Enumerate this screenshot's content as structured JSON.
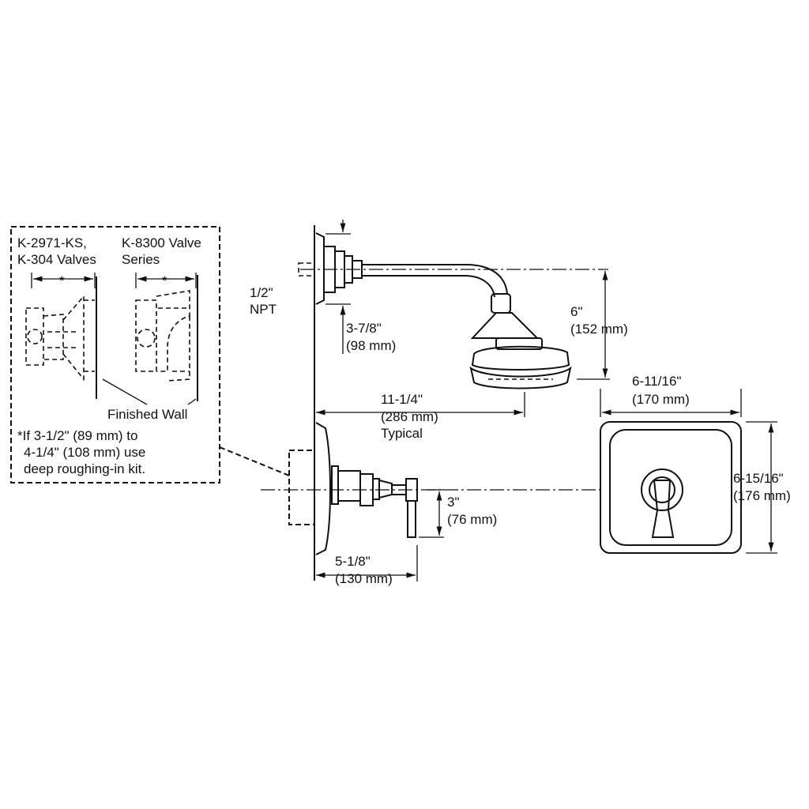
{
  "callout": {
    "valve_a_line1": "K-2971-KS,",
    "valve_a_line2": "K-304 Valves",
    "valve_b_line1": "K-8300 Valve",
    "valve_b_line2": "Series",
    "asterisk_a": "*",
    "asterisk_b": "*",
    "finished_wall": "Finished Wall",
    "note_line1": "*If 3-1/2\" (89 mm) to",
    "note_line2": "4-1/4\" (108 mm) use",
    "note_line3": "deep roughing-in kit."
  },
  "dimensions": {
    "npt_line1": "1/2\"",
    "npt_line2": "NPT",
    "flange_in": "3-7/8\"",
    "flange_mm": "(98 mm)",
    "arm_drop_in": "6\"",
    "arm_drop_mm": "(152 mm)",
    "reach_in": "11-1/4\"",
    "reach_mm": "(286 mm)",
    "reach_note": "Typical",
    "plate_width_in": "6-11/16\"",
    "plate_width_mm": "(170 mm)",
    "plate_height_in": "6-15/16\"",
    "plate_height_mm": "(176 mm)",
    "handle_drop_in": "3\"",
    "handle_drop_mm": "(76 mm)",
    "handle_proj_in": "5-1/8\"",
    "handle_proj_mm": "(130 mm)"
  }
}
